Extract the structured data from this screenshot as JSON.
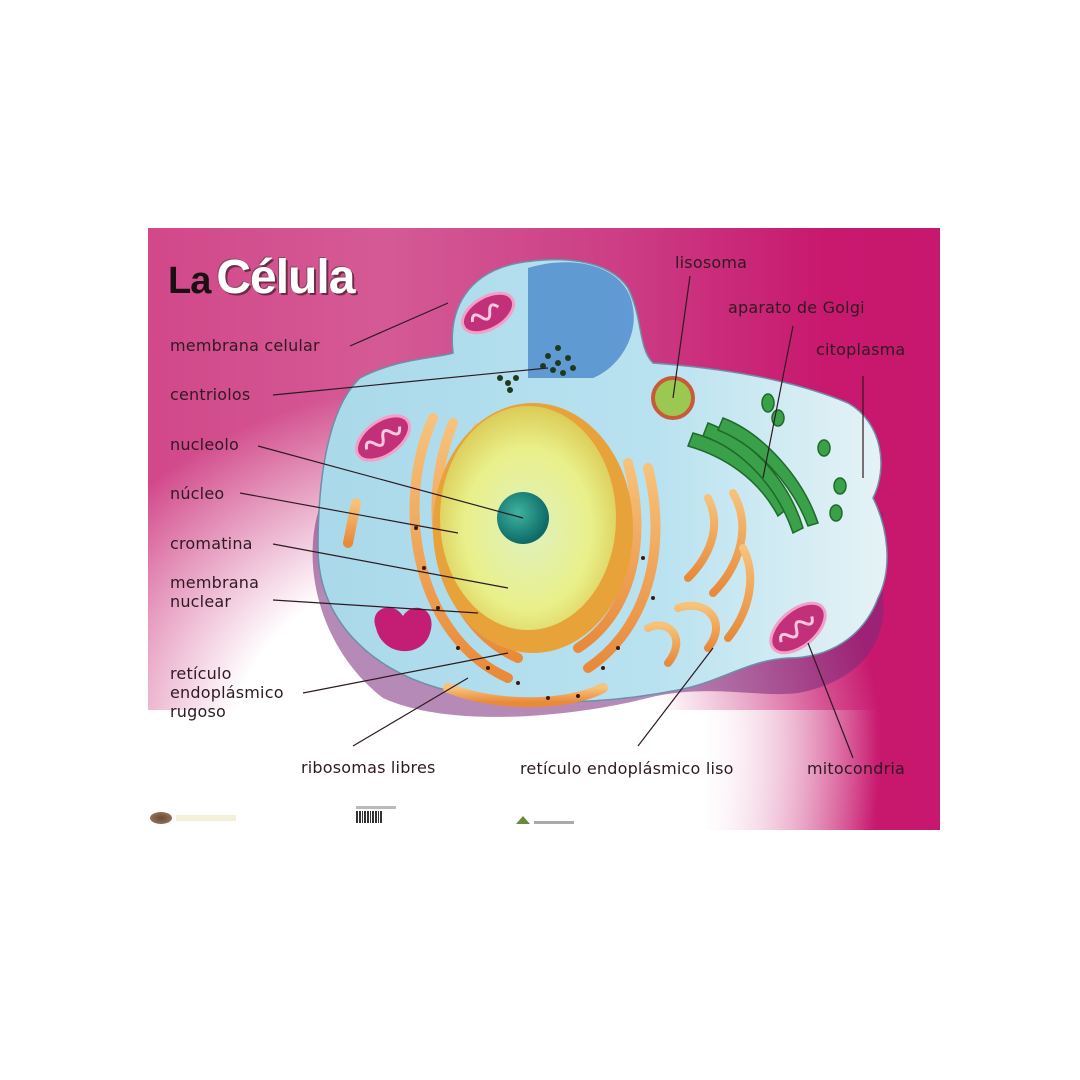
{
  "poster": {
    "title_prefix": "La",
    "title_main": "Célula",
    "colors": {
      "background_magenta": "#c8176e",
      "background_pink": "#d45a95",
      "label_text": "#2f1a22",
      "cytoplasm": "#bfe3f0",
      "nucleus": "#e6ef7a",
      "nucleolus": "#1a8a7a",
      "reticulum": "#f0a24a",
      "golgi": "#3aa04a",
      "mitochondria": "#c2307a"
    }
  },
  "labels_left": [
    {
      "id": "membrana-celular",
      "text": "membrana celular"
    },
    {
      "id": "centriolos",
      "text": "centriolos"
    },
    {
      "id": "nucleolo",
      "text": "nucleolo"
    },
    {
      "id": "nucleo",
      "text": "núcleo"
    },
    {
      "id": "cromatina",
      "text": "cromatina"
    },
    {
      "id": "membrana-nuclear",
      "text": "membrana\nnuclear"
    },
    {
      "id": "reticulo-rugoso",
      "text": "retículo\nendoplásmico\nrugoso"
    }
  ],
  "labels_top": [
    {
      "id": "lisosoma",
      "text": "lisosoma"
    },
    {
      "id": "golgi",
      "text": "aparato de Golgi"
    },
    {
      "id": "citoplasma",
      "text": "citoplasma"
    }
  ],
  "labels_bottom": [
    {
      "id": "ribosomas",
      "text": "ribosomas libres"
    },
    {
      "id": "reticulo-liso",
      "text": "retículo endoplásmico liso"
    },
    {
      "id": "mitocondria",
      "text": "mitocondria"
    }
  ],
  "footer": {
    "left_logo": "publisher-logo",
    "center": "barcode",
    "right_logo": "distributor-logo"
  }
}
